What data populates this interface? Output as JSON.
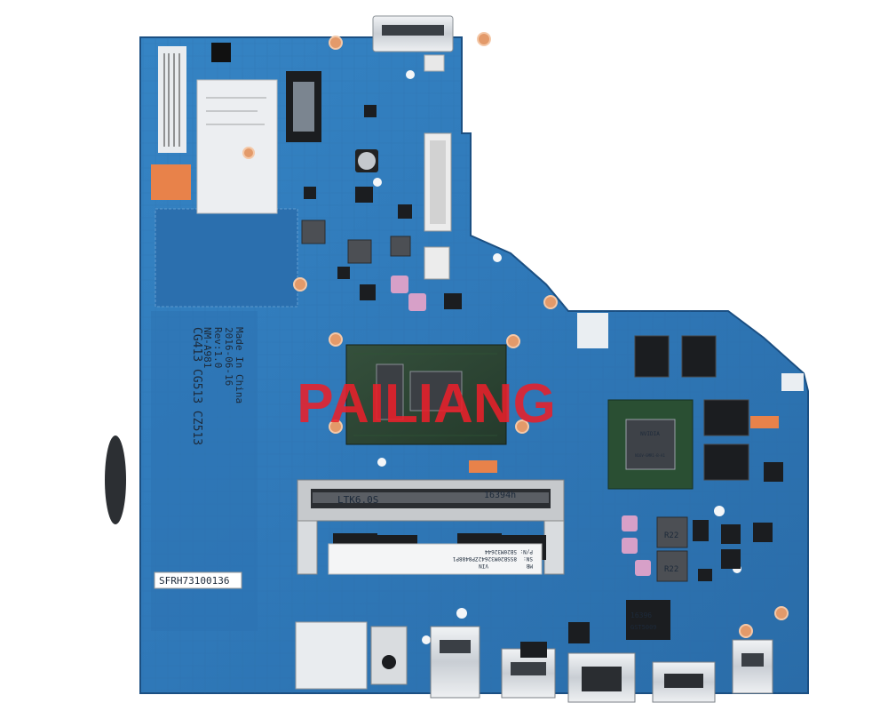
{
  "board": {
    "model": "NM-A981",
    "revision": "Rev:1.0",
    "date": "2016-06-16",
    "origin": "Made In China",
    "codes": "CG413 CG513 CZ513",
    "serial_sticker": "SFRH73100136",
    "dimm_slot_label": "LTK6.0S",
    "dimm_code": "16394h",
    "mb_label_line1": "MB",
    "mb_label_line2": "SN:",
    "mb_label_line3": "P/N:",
    "mb_label_value1": "VIN",
    "mb_label_value2": "8SSB20M32642ZP8488P1",
    "mb_label_value3": "5B20M32644",
    "gpu_chip_text": "NVIDIA",
    "gpu_chip_code": "N16V-GMR1-B-A1",
    "inductor_1": "R22",
    "inductor_2": "R22",
    "lan_chip": "16396",
    "lan_chip_2": "GST5009"
  },
  "watermark": {
    "text": "PAILIANG",
    "color": "#e8202a"
  },
  "colors": {
    "pcb": "#2f78b8",
    "pcb_dark": "#1f5f9a",
    "silkscreen": "#cfe1f2",
    "pad_orange": "#e8824a",
    "chip_black": "#1b1d20",
    "background": "#ffffff"
  }
}
